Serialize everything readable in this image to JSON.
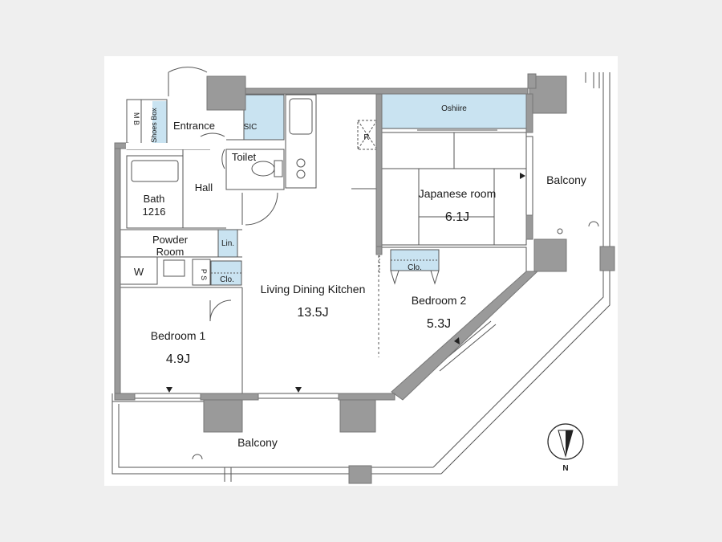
{
  "colors": {
    "wall": "#9a9a9a",
    "wall_dark": "#888888",
    "line": "#555555",
    "storage": "#c9e3f1",
    "background": "#ffffff",
    "page": "#efefef"
  },
  "rooms": {
    "mb": "M B",
    "shoes_box": "Shoes Box",
    "entrance": "Entrance",
    "sic": "SIC",
    "refrigerator": "R",
    "toilet": "Toilet",
    "hall": "Hall",
    "bath": "Bath",
    "bath_size": "1216",
    "powder_room_line1": "Powder",
    "powder_room_line2": "Room",
    "linen": "Lin.",
    "washer": "W",
    "ps": "P S",
    "closet_1": "Clo.",
    "oshiire": "Oshiire",
    "japanese_room": "Japanese room",
    "japanese_room_size": "6.1J",
    "closet_2": "Clo.",
    "bedroom_2": "Bedroom 2",
    "bedroom_2_size": "5.3J",
    "ldk": "Living Dining Kitchen",
    "ldk_size": "13.5J",
    "bedroom_1": "Bedroom 1",
    "bedroom_1_size": "4.9J",
    "balcony_east": "Balcony",
    "balcony_south": "Balcony"
  },
  "compass": {
    "label": "N",
    "icon": "north-arrow-icon"
  }
}
